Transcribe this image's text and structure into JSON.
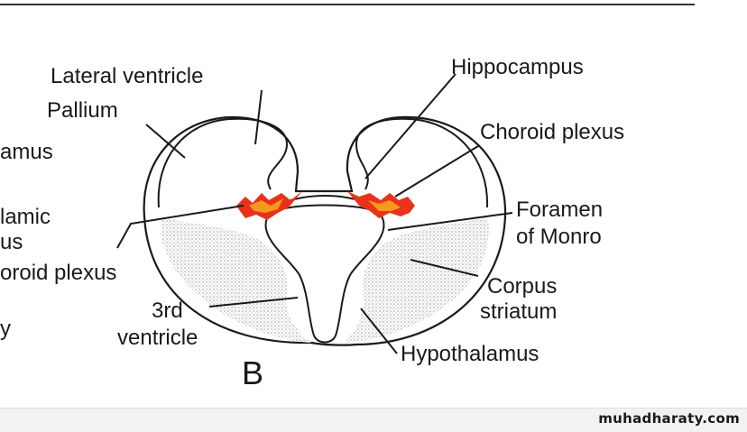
{
  "figure": {
    "panel_letter": "B",
    "labels": {
      "lateral_ventricle": "Lateral ventricle",
      "pallium": "Pallium",
      "hippocampus": "Hippocampus",
      "choroid_plexus_right": "Choroid plexus",
      "foramen_line1": "Foramen",
      "foramen_line2": "of Monro",
      "corpus_line1": "Corpus",
      "corpus_line2": "striatum",
      "third_line1": "3rd",
      "third_line2": "ventricle",
      "hypothalamus": "Hypothalamus"
    },
    "cropped_left_labels": [
      "amus",
      "lamic",
      "us",
      "oroid plexus",
      "y"
    ]
  },
  "footer": {
    "watermark": "muhadharaty.com"
  },
  "colors": {
    "plexus_red": "#e8331a",
    "plexus_orange": "#f59a1c",
    "stipple": "#c8c8c8"
  }
}
